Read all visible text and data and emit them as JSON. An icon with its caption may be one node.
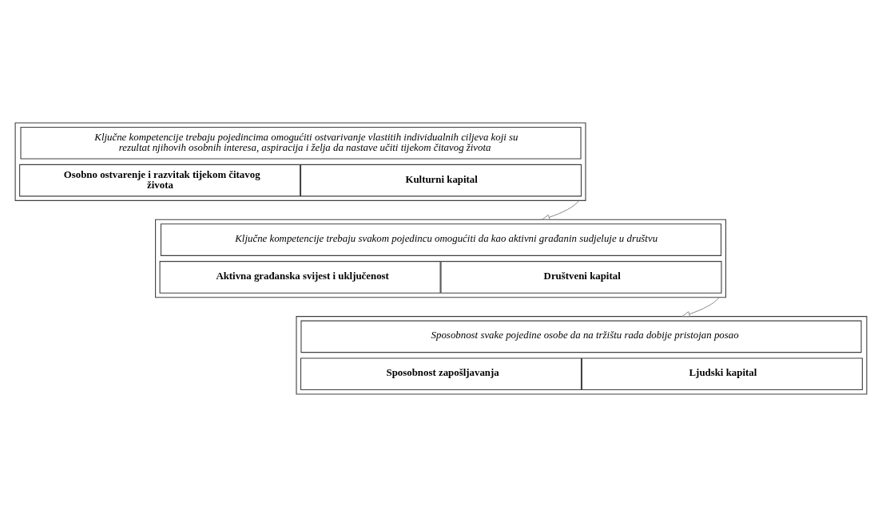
{
  "diagram": {
    "nodes": [
      {
        "text": [],
        "shape": "box"
      },
      {
        "text": [
          "Ključne kompetencije trebaju pojedincima omogućiti ostvarivanje vlastitih individualnih ciljeva koji su rezultat njihovih osobnih interesa, aspiracija i želja da nastave učiti tijekom čitavog života"
        ],
        "in": 0
      },
      {
        "text": [
          "Osobno ostvarenje i razvitak tijekom čitavog života"
        ],
        "in": 0
      },
      {
        "text": [
          "Kulturni kapital"
        ],
        "in": 0
      },
      {
        "text": [],
        "shape": "box"
      },
      {
        "text": [
          "Ključne kompetencije trebaju svakom pojedincu omogućiti da kao aktivni građanin sudjeluje u društvu"
        ],
        "in": 4
      },
      {
        "text": [
          "Aktivna građanska svijest i uključenost"
        ],
        "in": 4
      },
      {
        "text": [
          "Društveni kapital"
        ],
        "in": 4
      },
      {
        "text": [],
        "shape": "box"
      },
      {
        "text": [
          "Sposobnost svake pojedine osobe da na tržištu rada dobije pristojan posao"
        ],
        "in": 8
      },
      {
        "text": [
          "Sposobnost zapošljavanja"
        ],
        "in": 8
      },
      {
        "text": [
          "Ljudski kapital"
        ],
        "in": 8
      }
    ],
    "edges": [
      {
        "from": 0,
        "to": 4,
        "arrow": "to"
      },
      {
        "from": 4,
        "to": 8,
        "arrow": "to"
      }
    ]
  }
}
